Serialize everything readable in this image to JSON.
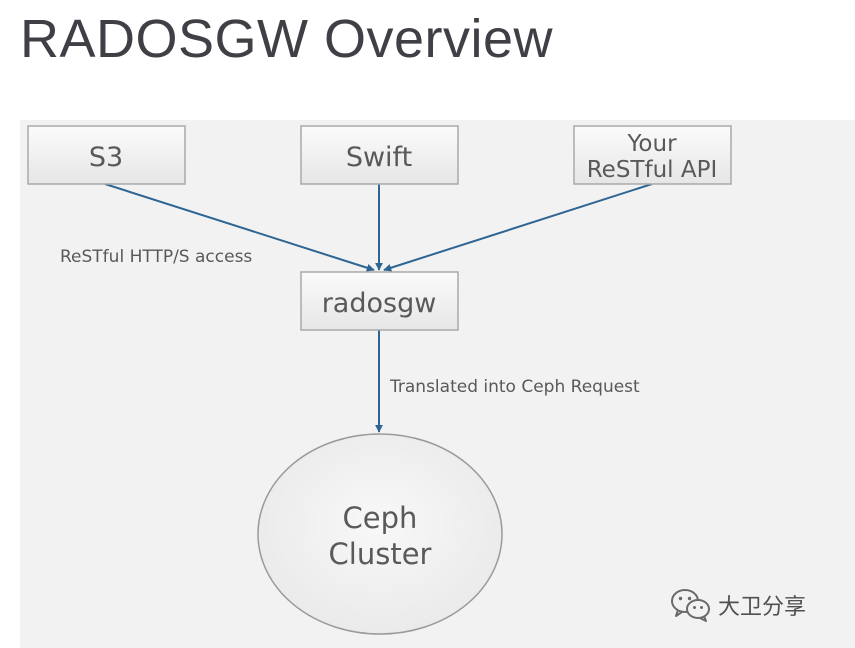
{
  "page": {
    "title": "RADOSGW Overview"
  },
  "diagram": {
    "nodes": {
      "s3": "S3",
      "swift": "Swift",
      "your_api_line1": "Your",
      "your_api_line2": "ReSTful API",
      "radosgw": "radosgw",
      "ceph_line1": "Ceph",
      "ceph_line2": "Cluster"
    },
    "edges": {
      "http_access": "ReSTful HTTP/S access",
      "translated": "Translated into Ceph Request"
    }
  },
  "watermark": {
    "text": "大卫分享",
    "icon": "wechat-icon"
  }
}
